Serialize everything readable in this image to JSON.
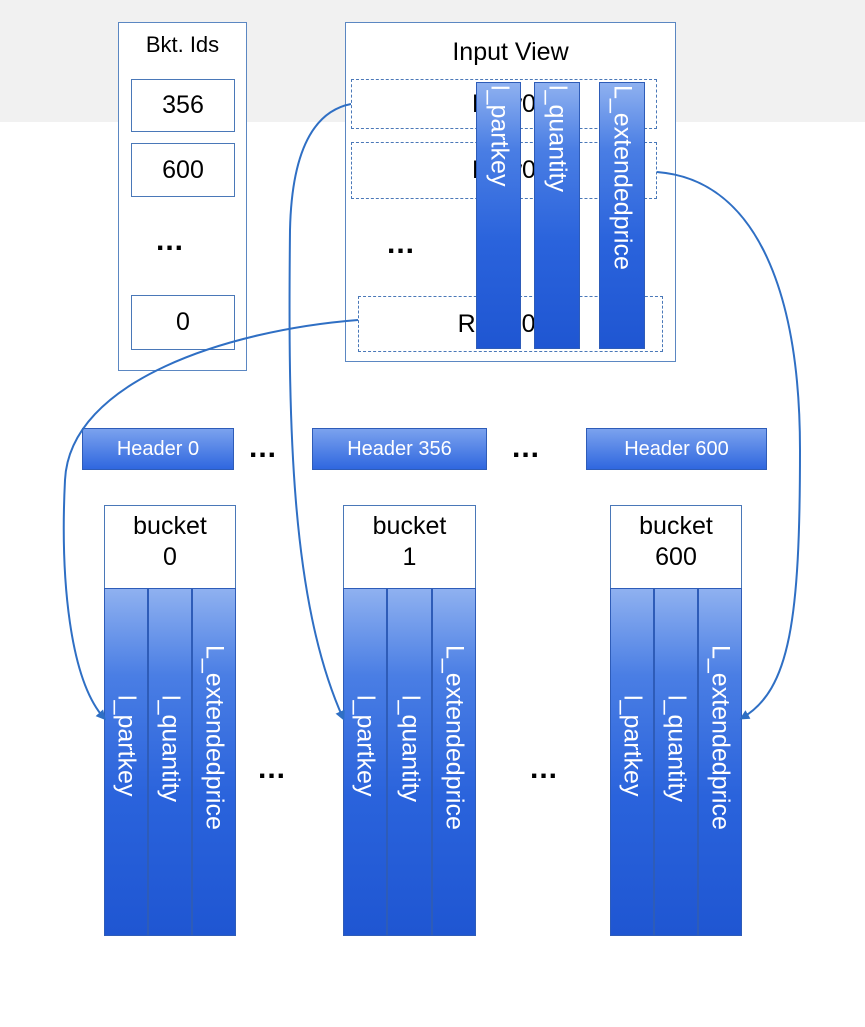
{
  "bucket_ids": {
    "title": "Bkt. Ids",
    "values": [
      "356",
      "600",
      "0"
    ],
    "ellipsis": "..."
  },
  "input_view": {
    "title": "Input View",
    "rows": [
      "Row0",
      "Row0",
      "Row1024"
    ],
    "ellipsis": "...",
    "columns": [
      "l_partkey",
      "l_quantity",
      "L_extendedprice"
    ]
  },
  "headers": [
    "Header 0",
    "Header 356",
    "Header 600"
  ],
  "buckets": [
    {
      "title_line1": "bucket",
      "title_line2": "0"
    },
    {
      "title_line1": "bucket",
      "title_line2": "1"
    },
    {
      "title_line1": "bucket",
      "title_line2": "600"
    }
  ],
  "bucket_columns": [
    "l_partkey",
    "l_quantity",
    "L_extendedprice"
  ],
  "ellipsis": "...",
  "colors": {
    "column_blue": "#2a63dc",
    "border_blue": "#4a78b8",
    "arrow_blue": "#2f6fc4"
  }
}
